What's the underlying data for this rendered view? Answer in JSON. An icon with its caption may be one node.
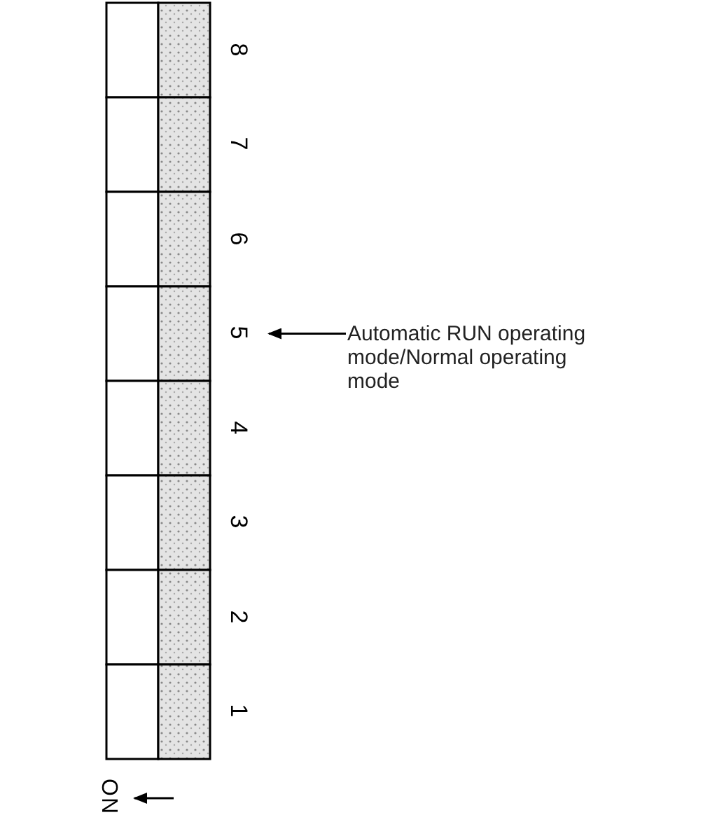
{
  "diagram": {
    "nodes": [
      {
        "text": [
          "8"
        ]
      },
      {
        "text": [
          "7"
        ]
      },
      {
        "text": [
          "6"
        ]
      },
      {
        "text": [
          "5"
        ]
      },
      {
        "text": [
          "4"
        ]
      },
      {
        "text": [
          "3"
        ]
      },
      {
        "text": [
          "2"
        ]
      },
      {
        "text": [
          "1"
        ]
      },
      {
        "text": [
          "Automatic RUN operating mode/Normal operating mode"
        ]
      }
    ],
    "edges": [
      {
        "from": 8,
        "to": 3,
        "arrow": "to"
      }
    ],
    "labels": [
      "ON"
    ]
  }
}
